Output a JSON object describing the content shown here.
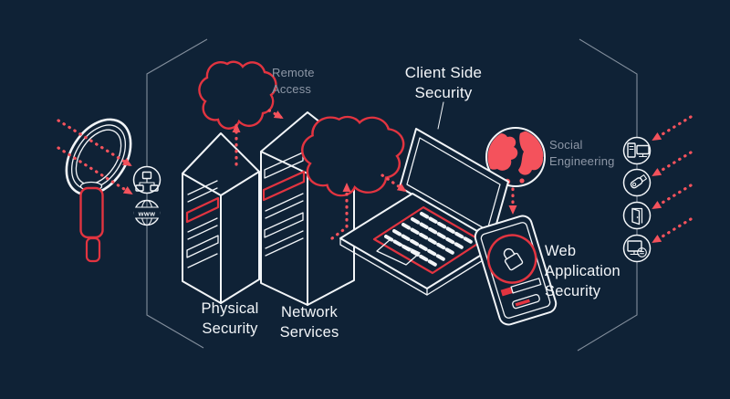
{
  "labels": {
    "remote_access": "Remote\nAccess",
    "client_side_security": "Client Side\nSecurity",
    "social_engineering": "Social\nEngineering",
    "web_application_security": "Web\nApplication\nSecurity",
    "physical_security": "Physical\nSecurity",
    "network_services": "Network\nServices",
    "www": "www"
  },
  "icons": {
    "left_column": [
      "lan-network-icon",
      "www-globe-icon"
    ],
    "right_column": [
      "workstation-icon",
      "usb-drive-icon",
      "door-icon",
      "secure-desktop-icon"
    ],
    "illustrations": [
      "magnifier-icon",
      "cloud-icon",
      "server-icon",
      "laptop-icon",
      "globe-icon",
      "smartphone-icon",
      "padlock-icon"
    ]
  },
  "colors": {
    "background": "#0f2236",
    "line_white": "#f2f5f8",
    "accent_red": "#e23440",
    "accent_salmon": "#f4525c",
    "muted_text": "#8d97a6",
    "frame_line": "#97a1ae"
  }
}
